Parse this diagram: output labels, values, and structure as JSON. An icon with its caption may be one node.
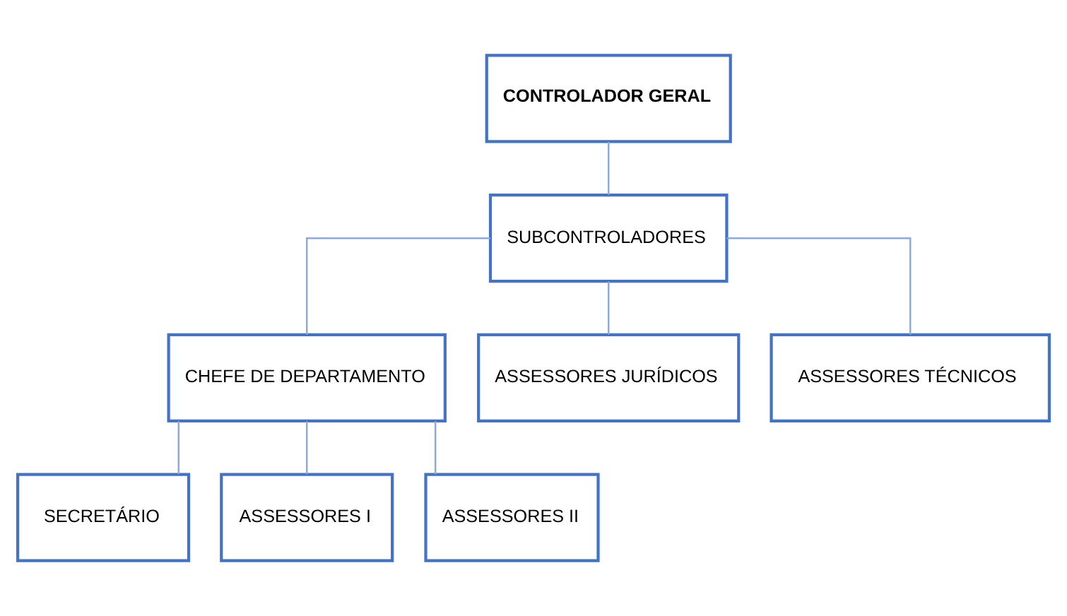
{
  "diagram": {
    "nodes": [
      {
        "text": [
          "CONTROLADOR GERAL"
        ]
      },
      {
        "text": [
          "SUBCONTROLADORES"
        ]
      },
      {
        "text": [
          "CHEFE DE DEPARTAMENTO"
        ]
      },
      {
        "text": [
          "ASSESSORES JURÍDICOS"
        ]
      },
      {
        "text": [
          "ASSESSORES TÉCNICOS"
        ]
      },
      {
        "text": [
          "SECRETÁRIO"
        ]
      },
      {
        "text": [
          "ASSESSORES I"
        ]
      },
      {
        "text": [
          "ASSESSORES II"
        ]
      }
    ],
    "edges": [
      {
        "from": 0,
        "to": 1,
        "arrow": "none"
      },
      {
        "from": 1,
        "to": 2,
        "arrow": "none"
      },
      {
        "from": 1,
        "to": 3,
        "arrow": "none"
      },
      {
        "from": 1,
        "to": 4,
        "arrow": "none"
      },
      {
        "from": 2,
        "to": 5,
        "arrow": "none"
      },
      {
        "from": 2,
        "to": 6,
        "arrow": "none"
      },
      {
        "from": 2,
        "to": 7,
        "arrow": "none"
      }
    ]
  }
}
